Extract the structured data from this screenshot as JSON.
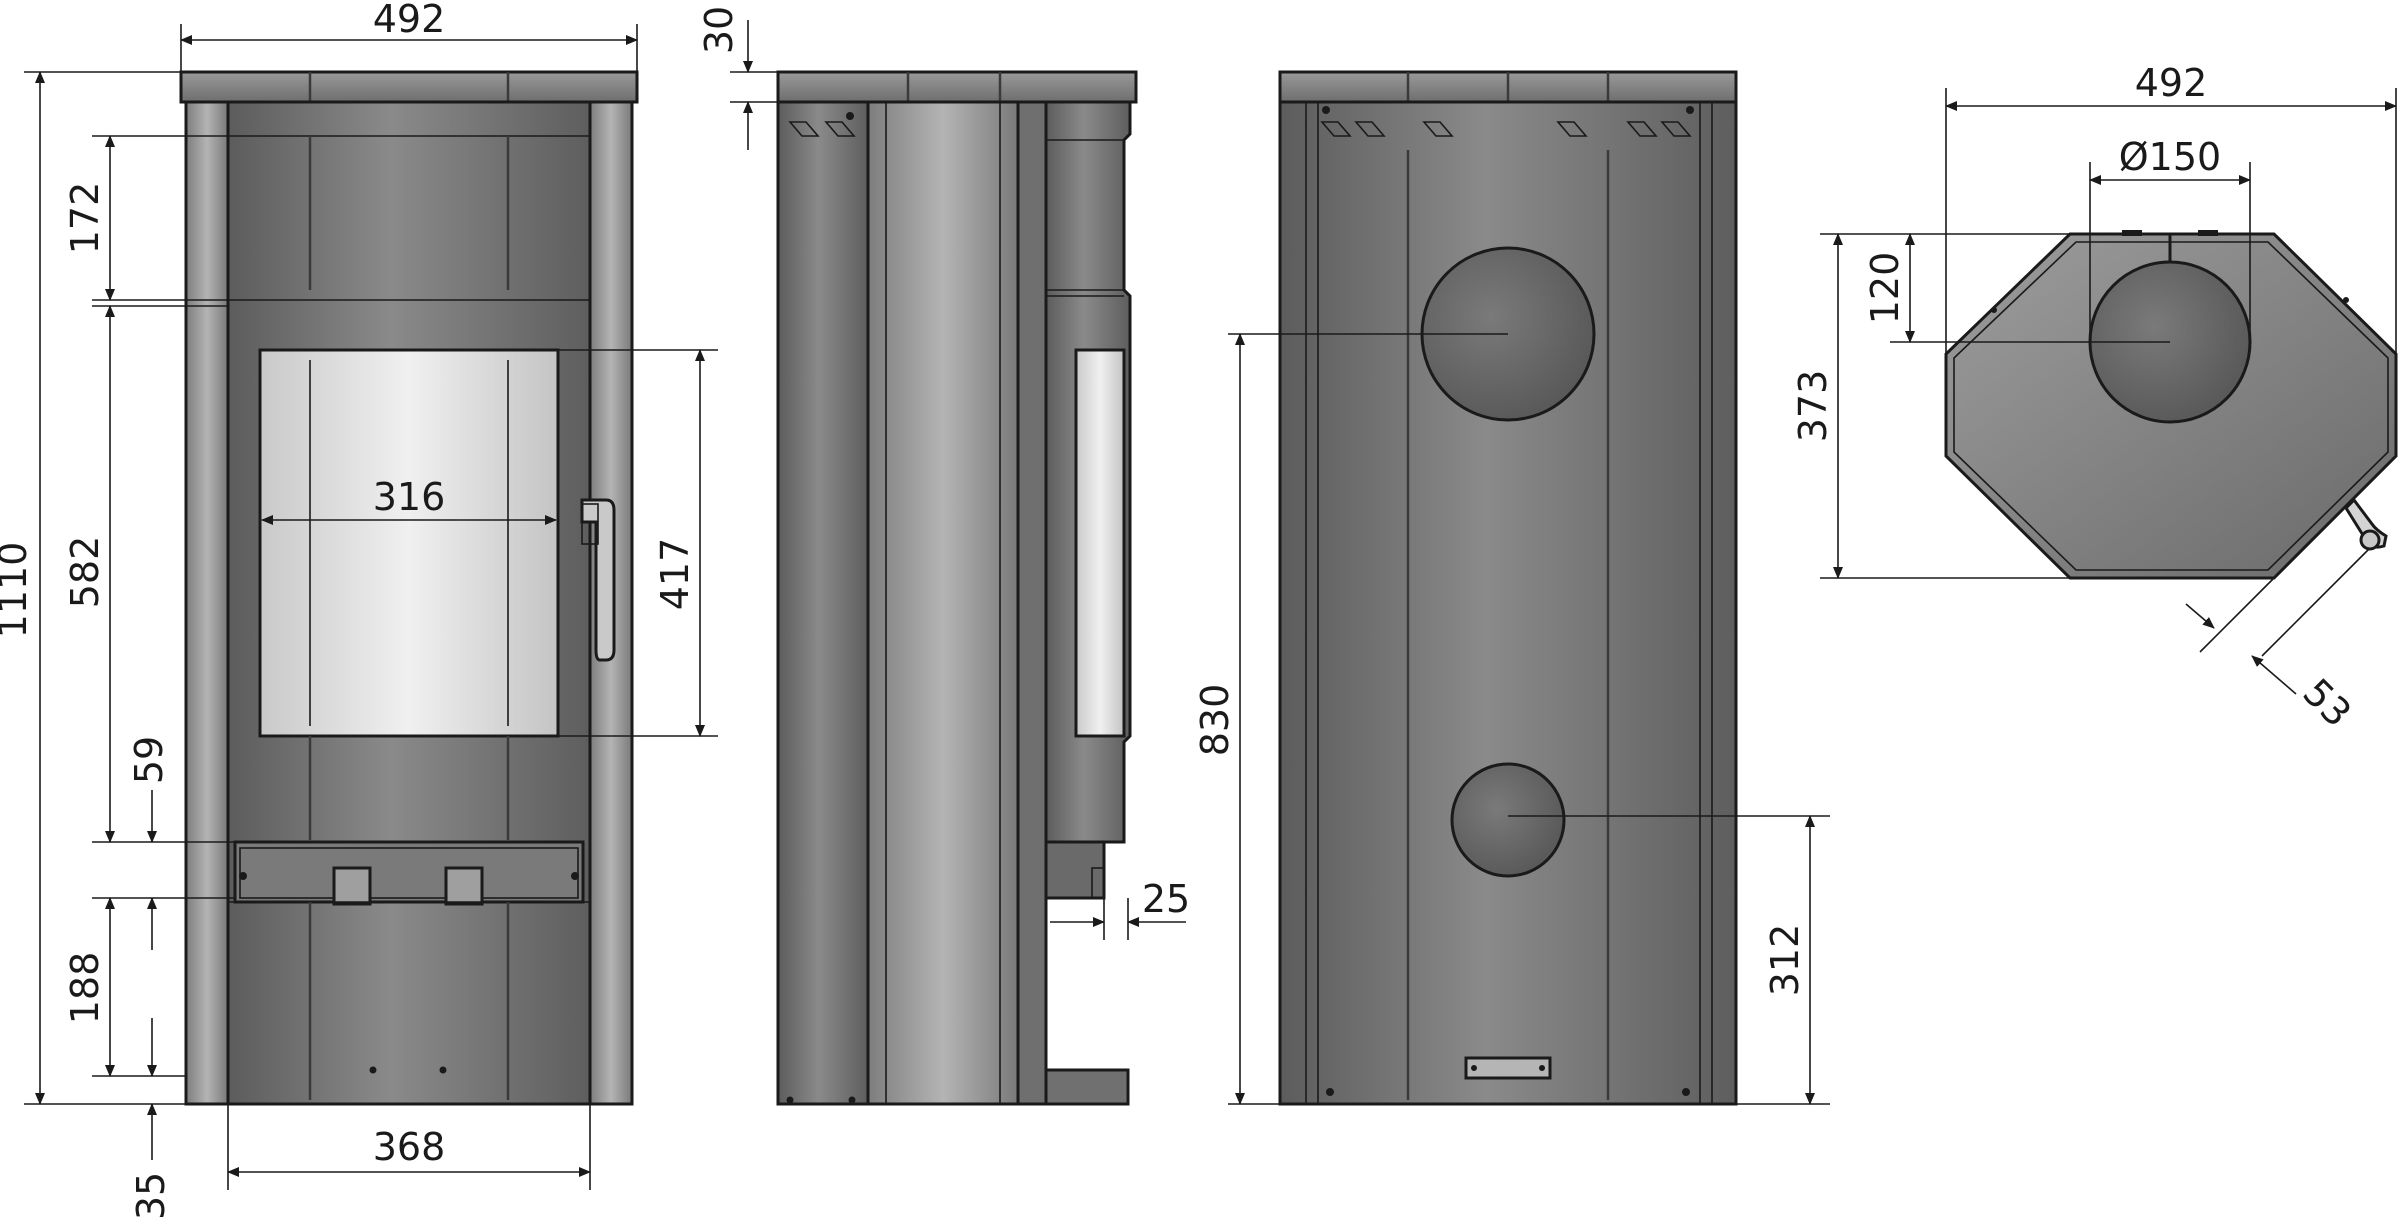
{
  "units": "mm",
  "colors": {
    "body_dark": "#6d6d6d",
    "body_mid": "#8c8c8c",
    "panel_light": "#b0b0b0",
    "glass_light": "#e4e4e4",
    "line": "#1a1a1a"
  },
  "views": {
    "front": {
      "dimensions": {
        "overall_width": "492",
        "top_height": "172",
        "height_582": "582",
        "total_height": "1110",
        "glass_width": "316",
        "glass_height": "417",
        "ash_59": "59",
        "lower_188": "188",
        "foot_35": "35",
        "inner_width": "368"
      }
    },
    "side": {
      "dimensions": {
        "top_offset": "30",
        "rear_offset": "25"
      }
    },
    "rear": {
      "dimensions": {
        "flue_height": "830",
        "air_inlet_height": "312"
      }
    },
    "top": {
      "dimensions": {
        "overall_width": "492",
        "flue_diameter": "Ø150",
        "flue_offset": "120",
        "depth": "373",
        "handle_offset": "53"
      }
    }
  }
}
